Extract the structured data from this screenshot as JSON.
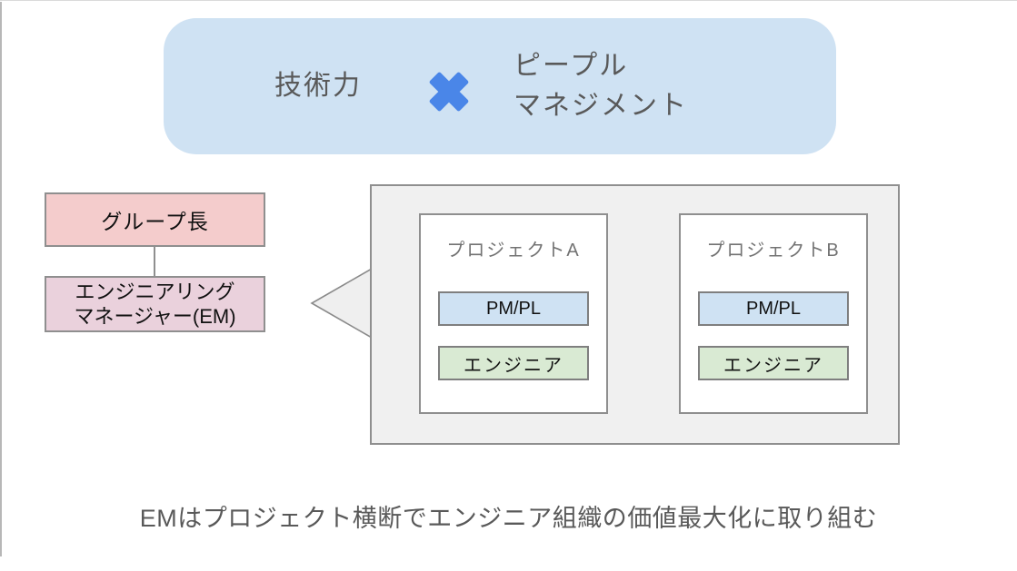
{
  "banner": {
    "left_term": "技術力",
    "operator_icon": "multiply-cross-icon",
    "right_term_line1": "ピープル",
    "right_term_line2": "マネジメント"
  },
  "org_chart": {
    "manager_box": {
      "label": "グループ長"
    },
    "em_box": {
      "line1": "エンジニアリング",
      "line2": "マネージャー(EM)"
    }
  },
  "projects": [
    {
      "title": "プロジェクトA",
      "roles": [
        {
          "label": "PM/PL"
        },
        {
          "label": "エンジニア"
        }
      ]
    },
    {
      "title": "プロジェクトB",
      "roles": [
        {
          "label": "PM/PL"
        },
        {
          "label": "エンジニア"
        }
      ]
    }
  ],
  "slide": {
    "caption": "EMはプロジェクト横断でエンジニア組織の価値最大化に取り組む"
  },
  "colors": {
    "banner_bg": "#cfe2f3",
    "multiply_icon": "#4a86e8",
    "manager_box_bg": "#f4cccc",
    "em_box_bg": "#ead1dc",
    "panel_bg": "#f0f0f0",
    "project_card_bg": "#ffffff",
    "pm_box_bg": "#cfe2f3",
    "engineer_box_bg": "#d9ead3",
    "border_gray": "#8f8f8f",
    "banner_text_gray": "#595959",
    "project_title_gray": "#737373",
    "caption_gray": "#595959"
  }
}
